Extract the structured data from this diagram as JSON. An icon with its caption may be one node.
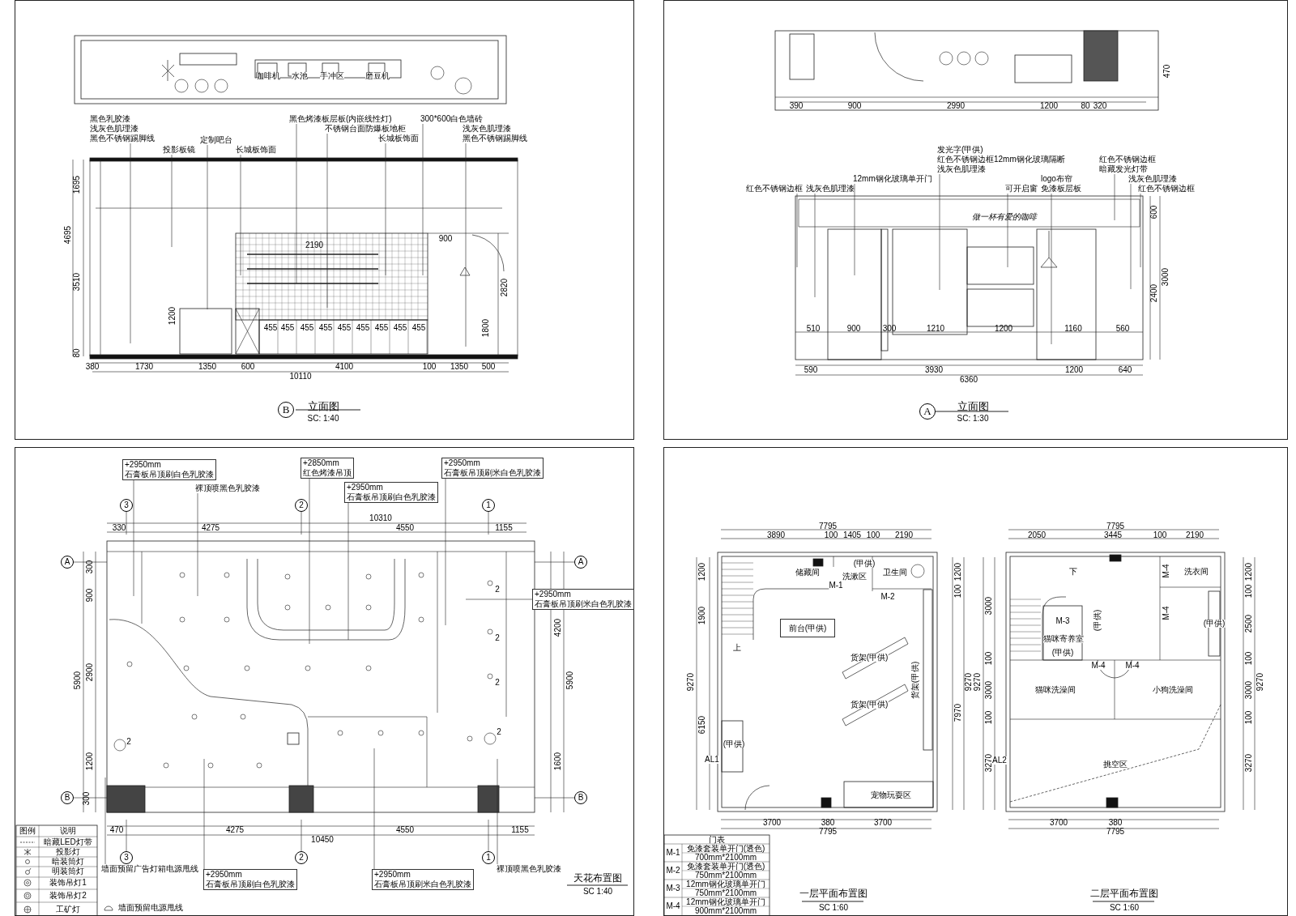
{
  "diagram": {
    "nodes": [
      {
        "text": [
          "立面图",
          "SC: 1:40"
        ]
      },
      {
        "text": [
          "立面图",
          "SC: 1:30"
        ]
      },
      {
        "text": [
          "天花布置图",
          "SC 1:40"
        ]
      },
      {
        "text": [
          "一层平面布置图",
          "SC 1:60",
          "二层平面布置图",
          "SC 1:60"
        ]
      },
      {
        "text": [
          "黑色乳胶漆",
          "浅灰色肌理漆",
          "黑色不锈钢踢脚线"
        ],
        "in": 0
      },
      {
        "text": [
          "投影板镜"
        ],
        "in": 0
      },
      {
        "text": [
          "定制吧台"
        ],
        "in": 0
      },
      {
        "text": [
          "长城板饰面"
        ],
        "in": 0
      },
      {
        "text": [
          "黑色烤漆板层板(内嵌线性灯)"
        ],
        "in": 0
      },
      {
        "text": [
          "不锈钢台面防爆板地柜"
        ],
        "in": 0
      },
      {
        "text": [
          "长城板饰面"
        ],
        "in": 0
      },
      {
        "text": [
          "300*600白色墙砖"
        ],
        "in": 0
      },
      {
        "text": [
          "浅灰色肌理漆",
          "黑色不锈钢踢脚线"
        ],
        "in": 0
      },
      {
        "text": [
          "红色不锈钢边框"
        ],
        "in": 1
      },
      {
        "text": [
          "浅灰色肌理漆"
        ],
        "in": 1
      },
      {
        "text": [
          "12mm钢化玻璃单开门"
        ],
        "in": 1
      },
      {
        "text": [
          "发光字(甲供)",
          "红色不锈钢边框12mm钢化玻璃隔断",
          "浅灰色肌理漆"
        ],
        "in": 1
      },
      {
        "text": [
          "可开启窗"
        ],
        "in": 1
      },
      {
        "text": [
          "logo布帘",
          "免漆板层板"
        ],
        "in": 1
      },
      {
        "text": [
          "红色不锈钢边框",
          "暗藏发光灯带"
        ],
        "in": 1
      },
      {
        "text": [
          "浅灰色肌理漆"
        ],
        "in": 1
      },
      {
        "text": [
          "红色不锈钢边框"
        ],
        "in": 1
      },
      {
        "text": [
          "+2950mm",
          "石膏板吊顶刷白色乳胶漆"
        ],
        "in": 2
      },
      {
        "text": [
          "裸顶喷黑色乳胶漆"
        ],
        "in": 2
      },
      {
        "text": [
          "+2850mm",
          "红色烤漆吊顶"
        ],
        "in": 2
      },
      {
        "text": [
          "+2950mm",
          "石膏板吊顶刷白色乳胶漆"
        ],
        "in": 2
      },
      {
        "text": [
          "+2950mm",
          "石膏板吊顶刷米白色乳胶漆"
        ],
        "in": 2
      },
      {
        "text": [
          "+2950mm",
          "石膏板吊顶刷米白色乳胶漆"
        ],
        "in": 2
      },
      {
        "text": [
          "墙面预留广告灯箱电源甩线"
        ],
        "in": 2
      },
      {
        "text": [
          "+2950mm",
          "石膏板吊顶刷白色乳胶漆"
        ],
        "in": 2
      },
      {
        "text": [
          "+2950mm",
          "石膏板吊顶刷米白色乳胶漆"
        ],
        "in": 2
      },
      {
        "text": [
          "裸顶喷黑色乳胶漆"
        ],
        "in": 2
      },
      {
        "text": [
          "前台(甲供)"
        ],
        "in": 3
      }
    ],
    "edges": [
      {
        "from": 4,
        "to": null,
        "arrow": "none"
      },
      {
        "from": 5,
        "to": null,
        "arrow": "none"
      },
      {
        "from": 6,
        "to": null,
        "arrow": "none"
      },
      {
        "from": 7,
        "to": null,
        "arrow": "none"
      },
      {
        "from": 8,
        "to": null,
        "arrow": "none"
      },
      {
        "from": 9,
        "to": null,
        "arrow": "none"
      },
      {
        "from": 10,
        "to": null,
        "arrow": "none"
      },
      {
        "from": 11,
        "to": null,
        "arrow": "none"
      },
      {
        "from": 12,
        "to": null,
        "arrow": "none"
      },
      {
        "from": 13,
        "to": null,
        "arrow": "none"
      },
      {
        "from": 14,
        "to": null,
        "arrow": "none"
      },
      {
        "from": 15,
        "to": null,
        "arrow": "none"
      },
      {
        "from": 16,
        "to": null,
        "arrow": "none"
      },
      {
        "from": 17,
        "to": null,
        "arrow": "none"
      },
      {
        "from": 18,
        "to": null,
        "arrow": "none"
      },
      {
        "from": 19,
        "to": null,
        "arrow": "none"
      },
      {
        "from": 20,
        "to": null,
        "arrow": "none"
      },
      {
        "from": 21,
        "to": null,
        "arrow": "none"
      },
      {
        "from": 22,
        "to": null,
        "arrow": "none"
      },
      {
        "from": 23,
        "to": null,
        "arrow": "none"
      },
      {
        "from": 24,
        "to": null,
        "arrow": "none"
      },
      {
        "from": 25,
        "to": null,
        "arrow": "none"
      },
      {
        "from": 26,
        "to": null,
        "arrow": "none"
      },
      {
        "from": 27,
        "to": null,
        "arrow": "none"
      },
      {
        "from": 28,
        "to": null,
        "arrow": "none"
      },
      {
        "from": 29,
        "to": null,
        "arrow": "none"
      },
      {
        "from": 30,
        "to": null,
        "arrow": "none"
      },
      {
        "from": 31,
        "to": null,
        "arrow": "none"
      }
    ],
    "labels": [
      "咖啡机",
      "水池",
      "手冲区",
      "磨豆机",
      "1695",
      "4695",
      "3510",
      "80",
      "2190",
      "900",
      "2820",
      "1200",
      "1800",
      "455",
      "455",
      "455",
      "455",
      "455",
      "455",
      "455",
      "455",
      "455",
      "380",
      "1730",
      "1350",
      "600",
      "4100",
      "100",
      "1350",
      "500",
      "10110",
      "B",
      "390",
      "900",
      "2990",
      "1200",
      "80",
      "320",
      "470",
      "做一杯有爱的咖啡",
      "510",
      "900",
      "300",
      "1210",
      "1200",
      "1160",
      "560",
      "600",
      "2400",
      "3000",
      "590",
      "3930",
      "1200",
      "640",
      "6360",
      "A",
      "3",
      "2",
      "1",
      "10310",
      "330",
      "4275",
      "4550",
      "1155",
      "A",
      "A",
      "300",
      "900",
      "4200",
      "2900",
      "5900",
      "5900",
      "1200",
      "1600",
      "300",
      "B",
      "B",
      "470",
      "4275",
      "4550",
      "1155",
      "10450",
      "3",
      "2",
      "1",
      "2",
      "2",
      "2",
      "2",
      "2",
      "图例",
      "说明",
      "7795",
      "3890",
      "100",
      "1405",
      "100",
      "2190",
      "(甲供)",
      "储藏间",
      "洗漱区",
      "卫生间",
      "M-1",
      "M-2",
      "1200",
      "1200",
      "100",
      "上",
      "1900",
      "货架(甲供)",
      "货架(甲供)",
      "9270",
      "9270",
      "7970",
      "货架(甲供)",
      "6150",
      "(甲供)",
      "AL1",
      "宠物玩耍区",
      "3700",
      "380",
      "3700",
      "7795",
      "门表",
      "M-1",
      "免漆套装单开门(透色)",
      "700mm*2100mm",
      "M-2",
      "免漆套装单开门(透色)",
      "750mm*2100mm",
      "M-3",
      "12mm钢化玻璃单开门",
      "750mm*2100mm",
      "M-4",
      "12mm钢化玻璃单开门",
      "900mm*2100mm",
      "7795",
      "2050",
      "3445",
      "100",
      "2190",
      "下",
      "洗衣间",
      "M-4",
      "1200",
      "100",
      "3000",
      "M-4",
      "M-3",
      "(甲供)",
      "(甲供)",
      "2500",
      "猫咪寄养室",
      "(甲供)",
      "M-4",
      "M-4",
      "100",
      "100",
      "9270",
      "9270",
      "猫咪洗澡间",
      "小狗洗澡间",
      "3000",
      "3000",
      "100",
      "100",
      "AL2",
      "3270",
      "3270",
      "挑空区",
      "3700",
      "380",
      "7795"
    ],
    "legend": [
      {
        "text": "暗藏LED灯带"
      },
      {
        "text": "投影灯"
      },
      {
        "text": "暗装筒灯"
      },
      {
        "text": "明装筒灯"
      },
      {
        "text": "装饰吊灯1"
      },
      {
        "text": "装饰吊灯2"
      },
      {
        "text": "工矿灯"
      },
      {
        "text": "墙面预留电源甩线"
      }
    ]
  }
}
